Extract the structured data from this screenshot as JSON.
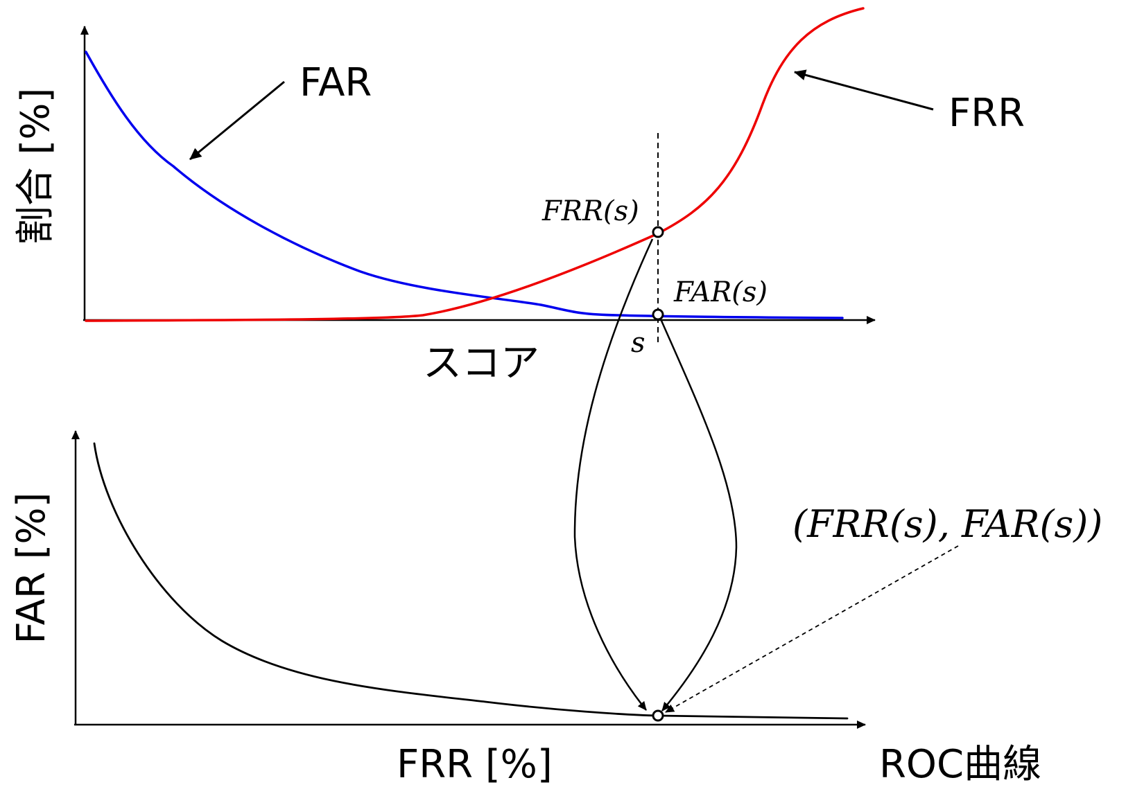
{
  "colors": {
    "far_curve": "#0000ee",
    "frr_curve": "#ee0000",
    "roc_curve": "#000000",
    "ink": "#000000"
  },
  "top_chart": {
    "y_axis_label": "割合 [%]",
    "x_axis_label": "スコア",
    "far_callout": "FAR",
    "frr_callout": "FRR",
    "frr_point_label": "FRR(s)",
    "far_point_label": "FAR(s)",
    "threshold_label": "s"
  },
  "bottom_chart": {
    "y_axis_label": "FAR [%]",
    "x_axis_label": "FRR [%]",
    "title": "ROC曲線",
    "point_label": "(FRR(s), FAR(s))"
  }
}
